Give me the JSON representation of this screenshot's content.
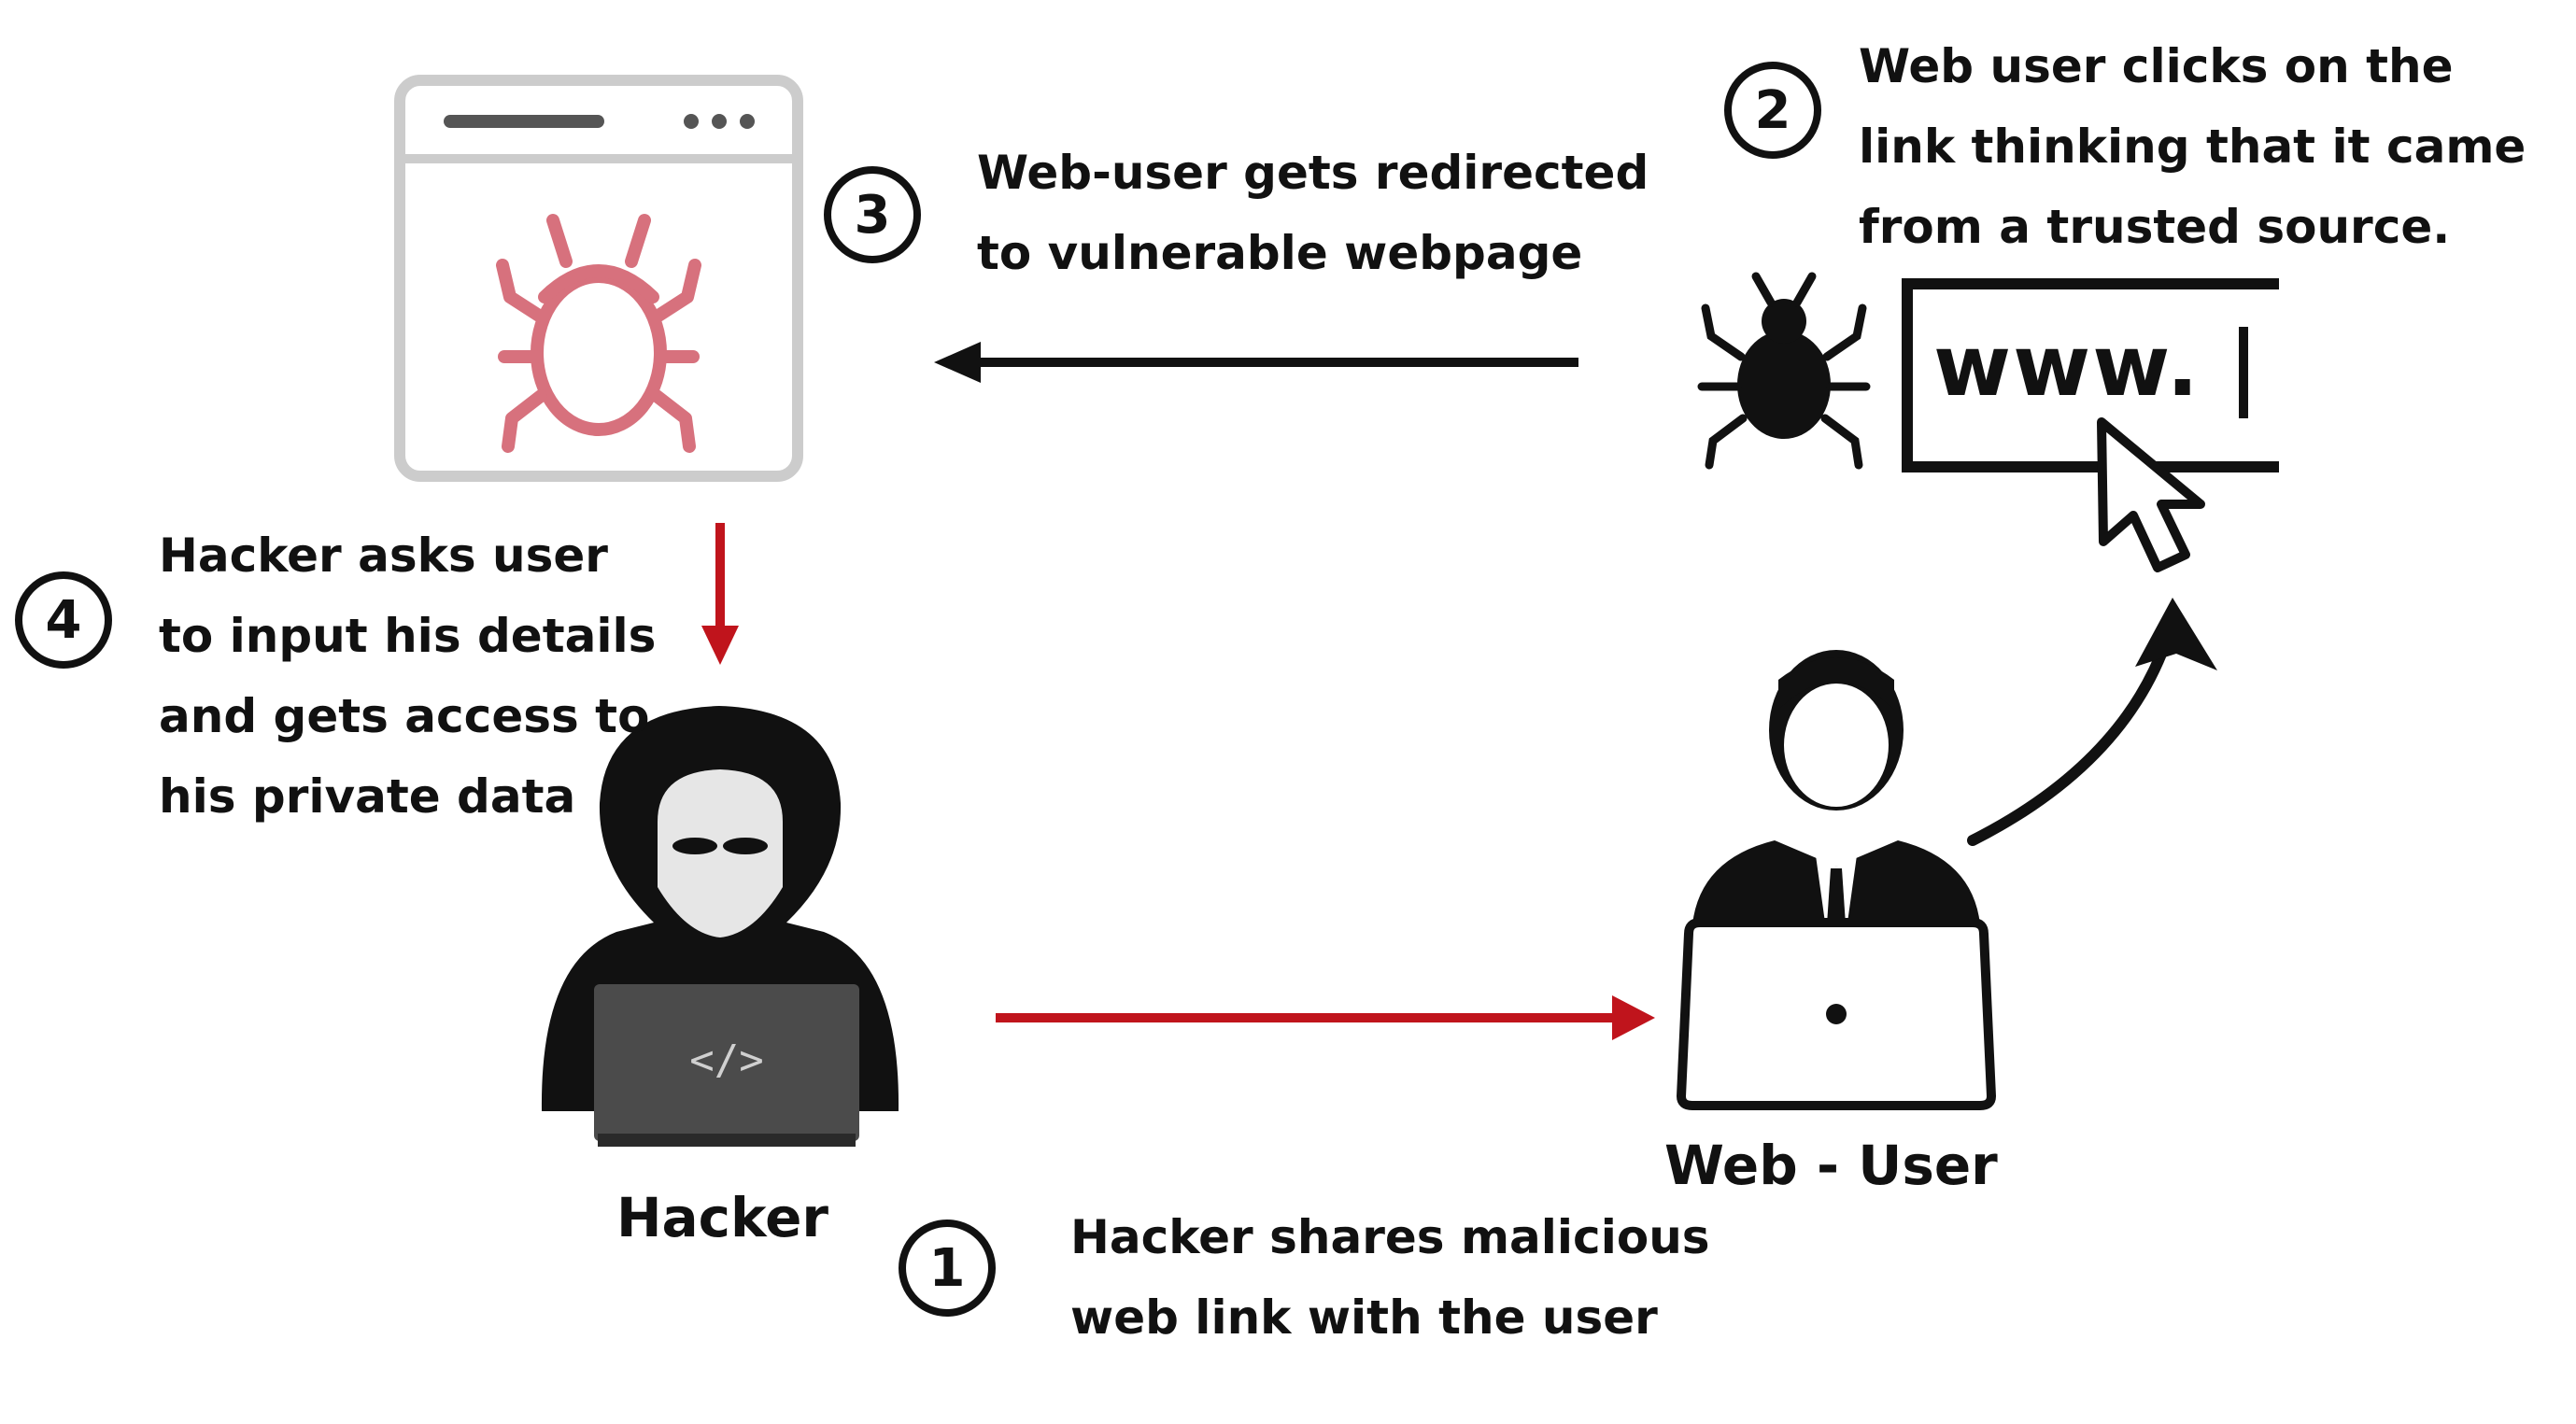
{
  "steps": [
    {
      "number": "1",
      "lines": [
        "Hacker shares malicious",
        "web link with the user"
      ]
    },
    {
      "number": "2",
      "lines": [
        "Web user clicks on the",
        "link thinking that it came",
        "from a trusted source."
      ]
    },
    {
      "number": "3",
      "lines": [
        "Web-user gets redirected",
        "to vulnerable webpage"
      ]
    },
    {
      "number": "4",
      "lines": [
        "Hacker asks user",
        "to input his details",
        "and gets access to",
        "his private data"
      ]
    }
  ],
  "actors": {
    "hacker": {
      "label": "Hacker",
      "laptop_code": "</>"
    },
    "web_user": {
      "label": "Web - User"
    }
  },
  "url_box": {
    "text": "www."
  },
  "icons": {
    "malicious_webpage": "browser-window-bug-icon",
    "bug": "bug-icon",
    "cursor": "pointer-cursor-icon",
    "hacker": "hooded-hacker-laptop-icon",
    "web_user": "businessman-laptop-icon"
  },
  "colors": {
    "arrow_red": "#c0141c",
    "bug_outline": "#d7717d",
    "browser_frame": "#cccccc",
    "text": "#111111"
  }
}
